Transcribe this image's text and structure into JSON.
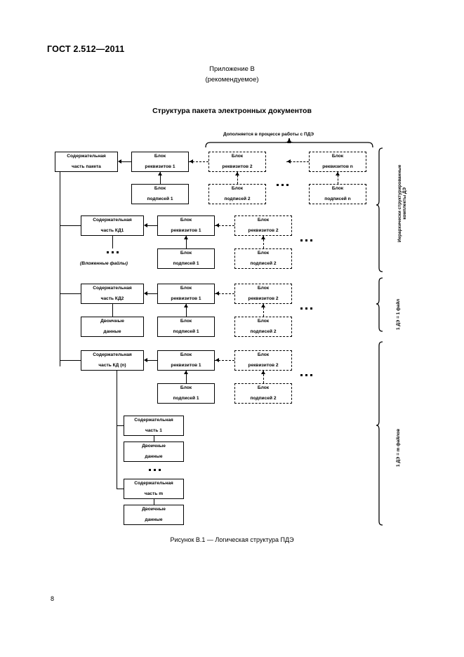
{
  "page": {
    "standard_header": "ГОСТ 2.512—2011",
    "annex_name": "Приложение В",
    "annex_kind": "(рекомендуемое)",
    "figure_title": "Структура пакета электронных документов",
    "figure_caption": "Рисунок В.1 — Логическая структура ПДЭ",
    "page_number": "8"
  },
  "diagram": {
    "top_note": "Дополняется в процессе работы с ПДЭ",
    "nested_files_note": "(Вложенные файлы)",
    "scope_labels": {
      "hierarchical": "Иерархически структурированные\nкомплекты ДЭ",
      "hierarchical_line1": "Иерархически структурированные",
      "hierarchical_line2": "комплекты ДЭ",
      "one_de_one_file": "1 ДЭ = 1 файл",
      "one_de_m_files": "1 ДЭ = m файлов"
    },
    "rows": [
      {
        "id": "package",
        "content_box": {
          "line1": "Содержательная",
          "line2": "часть пакета"
        },
        "req1": {
          "line1": "Блок",
          "line2": "реквизитов 1"
        },
        "sig1": {
          "line1": "Блок",
          "line2": "подписей 1"
        },
        "req2": {
          "line1": "Блок",
          "line2": "реквизитов 2"
        },
        "sig2": {
          "line1": "Блок",
          "line2": "подписей 2"
        },
        "reqn": {
          "line1": "Блок",
          "line2": "реквизитов n"
        },
        "sign": {
          "line1": "Блок",
          "line2": "подписей n"
        }
      },
      {
        "id": "kd1",
        "content_box": {
          "line1": "Содержательная",
          "line2": "часть КД1"
        },
        "req1": {
          "line1": "Блок",
          "line2": "реквизитов 1"
        },
        "sig1": {
          "line1": "Блок",
          "line2": "подписей 1"
        },
        "req2": {
          "line1": "Блок",
          "line2": "реквизитов 2"
        },
        "sig2": {
          "line1": "Блок",
          "line2": "подписей 2"
        }
      },
      {
        "id": "kd2",
        "content_box": {
          "line1": "Содержательная",
          "line2": "часть КД2"
        },
        "binary": {
          "line1": "Двоичные",
          "line2": "данные"
        },
        "req1": {
          "line1": "Блок",
          "line2": "реквизитов 1"
        },
        "sig1": {
          "line1": "Блок",
          "line2": "подписей 1"
        },
        "req2": {
          "line1": "Блок",
          "line2": "реквизитов 2"
        },
        "sig2": {
          "line1": "Блок",
          "line2": "подписей 2"
        }
      },
      {
        "id": "kdn",
        "content_box": {
          "line1": "Содержательная",
          "line2": "часть КД (n)"
        },
        "req1": {
          "line1": "Блок",
          "line2": "реквизитов 1"
        },
        "sig1": {
          "line1": "Блок",
          "line2": "подписей 1"
        },
        "req2": {
          "line1": "Блок",
          "line2": "реквизитов 2"
        },
        "sig2": {
          "line1": "Блок",
          "line2": "подписей 2"
        }
      }
    ],
    "parts": [
      {
        "id": "part1",
        "content_box": {
          "line1": "Содержательная",
          "line2": "часть 1"
        },
        "binary": {
          "line1": "Двоичные",
          "line2": "данные"
        }
      },
      {
        "id": "partm",
        "content_box": {
          "line1": "Содержательная",
          "line2": "часть m"
        },
        "binary": {
          "line1": "Двоичные",
          "line2": "данные"
        }
      }
    ]
  }
}
